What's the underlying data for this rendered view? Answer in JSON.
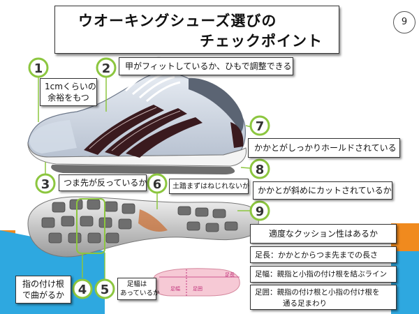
{
  "page_number": "9",
  "title": {
    "line1": "ウオーキングシューズ選びの",
    "line2": "チェックポイント"
  },
  "points": [
    {
      "no": "1",
      "label_lines": [
        "1cmくらいの",
        "余裕をもつ"
      ]
    },
    {
      "no": "2",
      "label_lines": [
        "甲がフィットしているか、ひもで調整できる"
      ]
    },
    {
      "no": "3",
      "label_lines": [
        "つま先が反っているか"
      ]
    },
    {
      "no": "4",
      "label_lines": [
        "指の付け根",
        "で曲がるか"
      ]
    },
    {
      "no": "5",
      "label_lines": [
        "足幅は",
        "あっているか"
      ]
    },
    {
      "no": "6",
      "label_lines": [
        "土踏まずはねじれないか"
      ]
    },
    {
      "no": "7",
      "label_lines": [
        "かかとがしっかりホールドされている"
      ]
    },
    {
      "no": "8",
      "label_lines": [
        "かかとが斜めにカットされているか"
      ]
    },
    {
      "no": "9",
      "label_lines": [
        "適度なクッション性はあるか"
      ]
    }
  ],
  "measurements": {
    "length": "足長：かかとからつま先までの長さ",
    "width": "足幅：親指と小指の付け根を結ぶライン",
    "girth_line1": "足囲：親指の付け根と小指の付け根を",
    "girth_line2": "通る足まわり"
  },
  "foot_labels": {
    "length": "足長",
    "width": "足幅",
    "girth": "足囲"
  },
  "colors": {
    "number_circle": "#8cc63f",
    "accent_orange": "#f08a1e",
    "accent_blue": "#2ea8e0"
  }
}
